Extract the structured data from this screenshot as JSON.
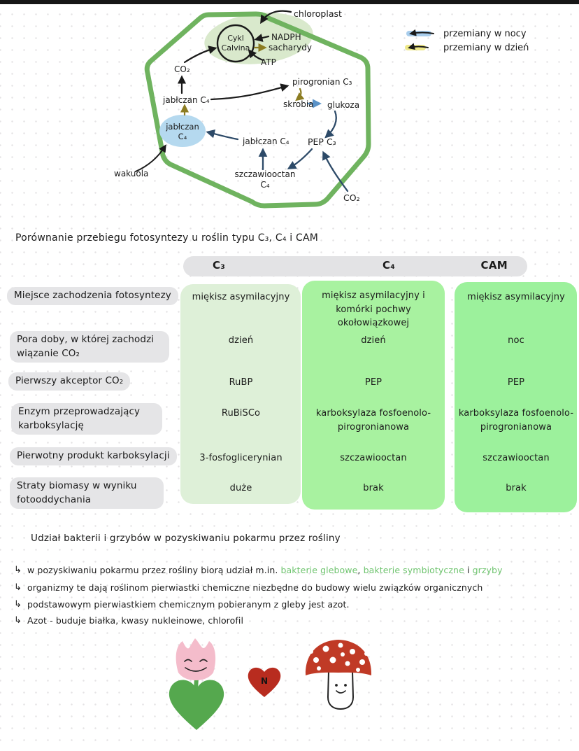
{
  "legend": {
    "night_label": "przemiany w nocy",
    "day_label": "przemiany w dzień"
  },
  "diagram": {
    "chloroplast": "chloroplast",
    "cykl_line1": "Cykl",
    "cykl_line2": "Calvina",
    "nadph": "NADPH",
    "sacharydy": "sacharydy",
    "atp": "ATP",
    "co2_top": "CO₂",
    "jablczan_top": "jabłczan C₄",
    "vacuole_line1": "jabłczan",
    "vacuole_line2": "C₄",
    "jablczan_mid": "jabłczan C₄",
    "pirogronian": "pirogronian C₃",
    "skrobia": "skrobia",
    "glukoza": "glukoza",
    "pep": "PEP C₃",
    "szczawiooctan_line1": "szczawiooctan",
    "szczawiooctan_line2": "C₄",
    "co2_bottom": "CO₂",
    "wakuola": "wakuola"
  },
  "table": {
    "title": "Porównanie przebiegu fotosyntezy u roślin typu C₃, C₄ i CAM",
    "columns": [
      "C₃",
      "C₄",
      "CAM"
    ],
    "rows": [
      {
        "label": "Miejsce zachodzenia fotosyntezy",
        "c3": "miękisz asymilacyjny",
        "c4": "miękisz asymilacyjny i komórki pochwy okołowiązkowej",
        "cam": "miękisz asymilacyjny"
      },
      {
        "label": "Pora doby, w której zachodzi wiązanie CO₂",
        "c3": "dzień",
        "c4": "dzień",
        "cam": "noc"
      },
      {
        "label": "Pierwszy akceptor CO₂",
        "c3": "RuBP",
        "c4": "PEP",
        "cam": "PEP"
      },
      {
        "label": "Enzym przeprowadzający karboksylację",
        "c3": "RuBiSCo",
        "c4": "karboksylaza fosfoenolo-pirogronianowa",
        "cam": "karboksylaza fosfoenolo-pirogronianowa"
      },
      {
        "label": "Pierwotny produkt karboksylacji",
        "c3": "3-fosfoglicerynian",
        "c4": "szczawiooctan",
        "cam": "szczawiooctan"
      },
      {
        "label": "Straty biomasy w wyniku fotooddychania",
        "c3": "duże",
        "c4": "brak",
        "cam": "brak"
      }
    ]
  },
  "bacteria": {
    "heading": "Udział bakterii i grzybów w pozyskiwaniu pokarmu przez rośliny",
    "arrow_glyph": "↳",
    "b1_prefix": "w pozyskiwaniu pokarmu przez rośliny biorą udział m.in. ",
    "b1_green1": "bakterie glebowe",
    "b1_sep1": ", ",
    "b1_green2": "bakterie symbiotyczne",
    "b1_sep2": " i ",
    "b1_green3": "grzyby",
    "b2": "organizmy te dają roślinom pierwiastki chemiczne niezbędne do budowy wielu związków organicznych",
    "b3": "podstawowym pierwiastkiem chemicznym pobieranym z gleby jest azot.",
    "b4": "Azot - buduje białka, kwasy nukleinowe, chlorofil"
  },
  "drawings": {
    "heart_letter": "N"
  },
  "colors": {
    "cell_outline": "#6fb35f",
    "chloroplast_fill": "#d9e9cc",
    "vacuole_fill": "#b5d9ef",
    "c3_column": "#def0d8",
    "c4_column": "#a8f2a0",
    "cam_column": "#9cf19c",
    "pill_gray": "#e5e5e7",
    "green_text": "#6fc46f",
    "night_highlight": "#a8cdec",
    "day_highlight": "#eee98a",
    "red": "#c03a26",
    "pink": "#f4bccb",
    "leaf_green": "#55a84e"
  }
}
